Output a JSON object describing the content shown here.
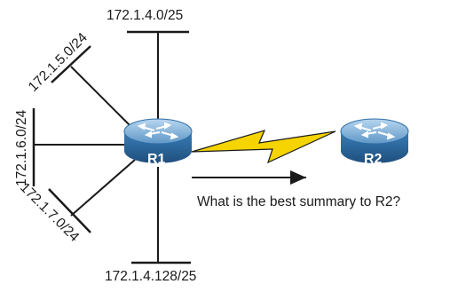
{
  "networks": {
    "top": "172.1.4.0/25",
    "upper_left": "172.1.5.0/24",
    "left": "172.1.6.0/24",
    "lower_left": "172.1.7.0/24",
    "bottom": "172.1.4.128/25"
  },
  "routers": {
    "r1": "R1",
    "r2": "R2"
  },
  "question": "What is the best summary to R2?",
  "colors": {
    "router_body": "#2e6fa8",
    "router_top": "#7fb3dc",
    "serial_link": "#f5d400",
    "line": "#1a1a1a"
  },
  "icons": {
    "router": "router-icon",
    "serial_link": "lightning-bolt-icon",
    "arrow": "right-arrow-icon"
  }
}
